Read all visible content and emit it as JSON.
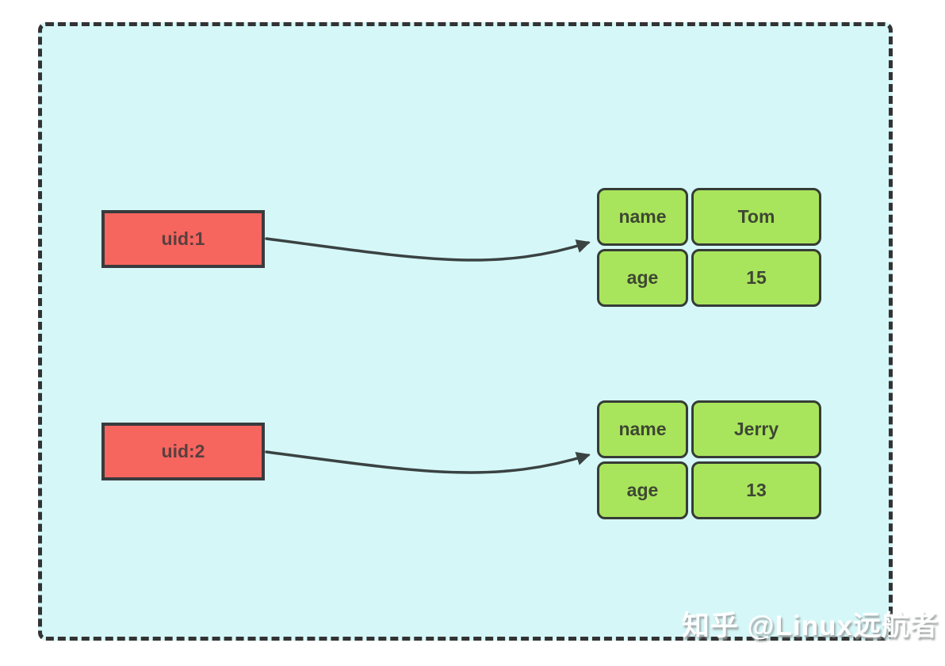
{
  "panel": {
    "bg": "#d5f7f8",
    "border": "#333333"
  },
  "colors": {
    "panel_bg": "#d5f7f8",
    "panel_border": "#333333",
    "red_fill": "#f7655f",
    "red_border": "#383b3d",
    "red_text": "#593f3e",
    "green_fill": "#a9e55c",
    "green_border": "#363c36",
    "green_text": "#3e4733",
    "arrow": "#3a4242"
  },
  "nodes": [
    {
      "label": "uid:1"
    },
    {
      "label": "uid:2"
    }
  ],
  "tables": [
    {
      "rows": [
        {
          "key": "name",
          "value": "Tom"
        },
        {
          "key": "age",
          "value": "15"
        }
      ]
    },
    {
      "rows": [
        {
          "key": "name",
          "value": "Jerry"
        },
        {
          "key": "age",
          "value": "13"
        }
      ]
    }
  ],
  "watermark": {
    "text": "知乎 @Linux远航者"
  }
}
